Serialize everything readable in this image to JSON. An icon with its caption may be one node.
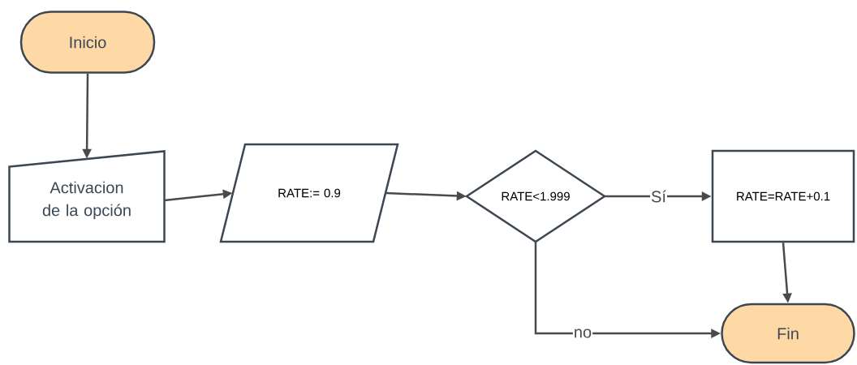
{
  "diagram": {
    "nodes": [
      {
        "text": [
          "Inicio"
        ]
      },
      {
        "text": [
          "Activacion de la opción"
        ]
      },
      {
        "text": [
          "RATE:= 0.9"
        ]
      },
      {
        "text": [
          "RATE<1.999"
        ]
      },
      {
        "text": [
          "RATE=RATE+0.1"
        ]
      },
      {
        "text": [
          "Fin"
        ]
      }
    ],
    "edges": [
      {
        "from": 0,
        "to": 1,
        "arrow": "to"
      },
      {
        "from": 1,
        "to": 2,
        "arrow": "to"
      },
      {
        "from": 2,
        "to": 3,
        "arrow": "to"
      },
      {
        "from": 3,
        "to": 4,
        "arrow": "to",
        "label": "Sí"
      },
      {
        "from": 4,
        "to": 5,
        "arrow": "to"
      },
      {
        "from": 3,
        "to": 5,
        "arrow": "to",
        "label": "no"
      }
    ]
  }
}
